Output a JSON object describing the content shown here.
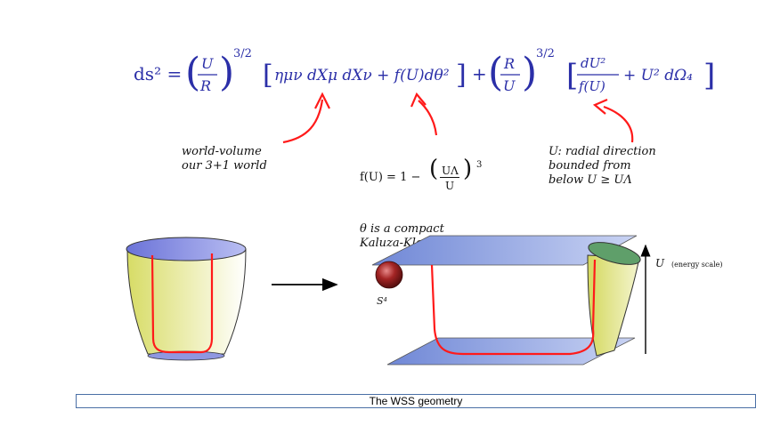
{
  "equation": {
    "lhs": "ds² =",
    "frac1_num": "U",
    "frac1_den": "R",
    "exp1": "3/2",
    "bracket1": "ημν dXμ dXν + f(U)dθ²",
    "plus": "+",
    "frac2_num": "R",
    "frac2_den": "U",
    "exp2": "3/2",
    "frac3_num": "dU²",
    "frac3_den": "f(U)",
    "tail": "+ U² dΩ₄"
  },
  "annotations": {
    "world_volume": "world-volume\nour 3+1 world",
    "fU_lhs": "f(U) = 1 −",
    "fU_frac_num": "UΛ",
    "fU_frac_den": "U",
    "fU_exp": "3",
    "theta": "θ is a compact\nKaluza-Klein circle",
    "radial": "U: radial direction\nbounded from\nbelow U ≥ UΛ"
  },
  "figure": {
    "sphere_label": "S⁴",
    "axis_label": "U",
    "axis_note": "(energy scale)"
  },
  "caption": "The WSS geometry",
  "colors": {
    "equation": "#2b2fa8",
    "red_curve": "#ff1a1a",
    "plane": "#6f87d6",
    "cup_yellow": "#d6d96a",
    "sphere": "#8b1e1e"
  }
}
